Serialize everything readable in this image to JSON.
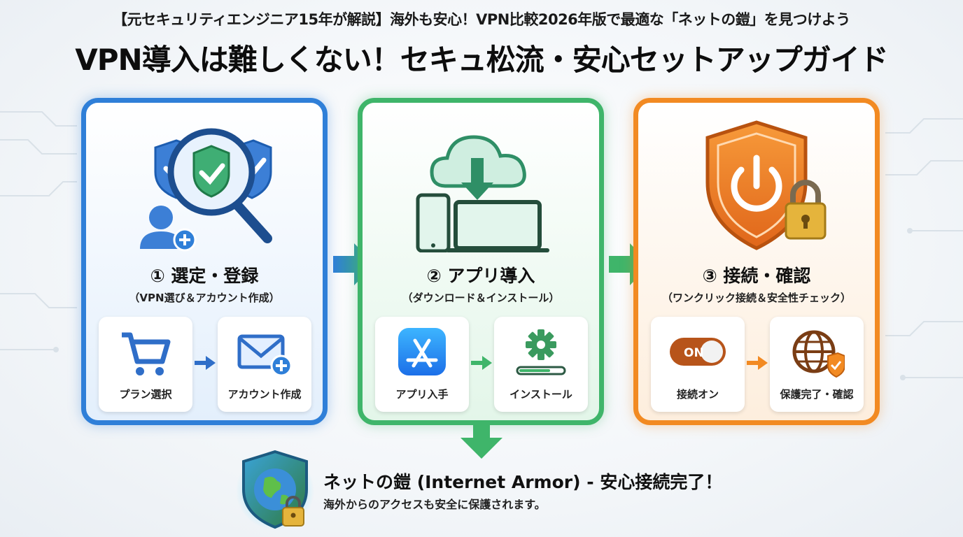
{
  "header": {
    "subtitle": "【元セキュリティエンジニア15年が解説】海外も安心！VPN比較2026年版で最適な「ネットの鎧」を見つけよう",
    "title": "VPN導入は難しくない！セキュ松流・安心セットアップガイド"
  },
  "steps": [
    {
      "title": "① 選定・登録",
      "subtitle": "（VPN選び＆アカウント作成）",
      "cards": [
        {
          "label": "プラン選択",
          "icon": "cart-icon"
        },
        {
          "label": "アカウント作成",
          "icon": "mail-plus-icon"
        }
      ],
      "hero_icon": "shield-magnifier-icon",
      "accent": "#2f7fd8"
    },
    {
      "title": "② アプリ導入",
      "subtitle": "（ダウンロード＆インストール）",
      "cards": [
        {
          "label": "アプリ入手",
          "icon": "app-store-icon"
        },
        {
          "label": "インストール",
          "icon": "gear-progress-icon"
        }
      ],
      "hero_icon": "cloud-download-devices-icon",
      "accent": "#3fb56a"
    },
    {
      "title": "③ 接続・確認",
      "subtitle": "（ワンクリック接続＆安全性チェック）",
      "cards": [
        {
          "label": "接続オン",
          "icon": "toggle-on-icon",
          "toggle_text": "ON"
        },
        {
          "label": "保護完了・確認",
          "icon": "globe-shield-icon"
        }
      ],
      "hero_icon": "shield-power-lock-icon",
      "accent": "#f28a22"
    }
  ],
  "result": {
    "title": "ネットの鎧 (Internet Armor) - 安心接続完了！",
    "subtitle": "海外からのアクセスも安全に保護されます。",
    "icon": "globe-shield-lock-icon"
  }
}
